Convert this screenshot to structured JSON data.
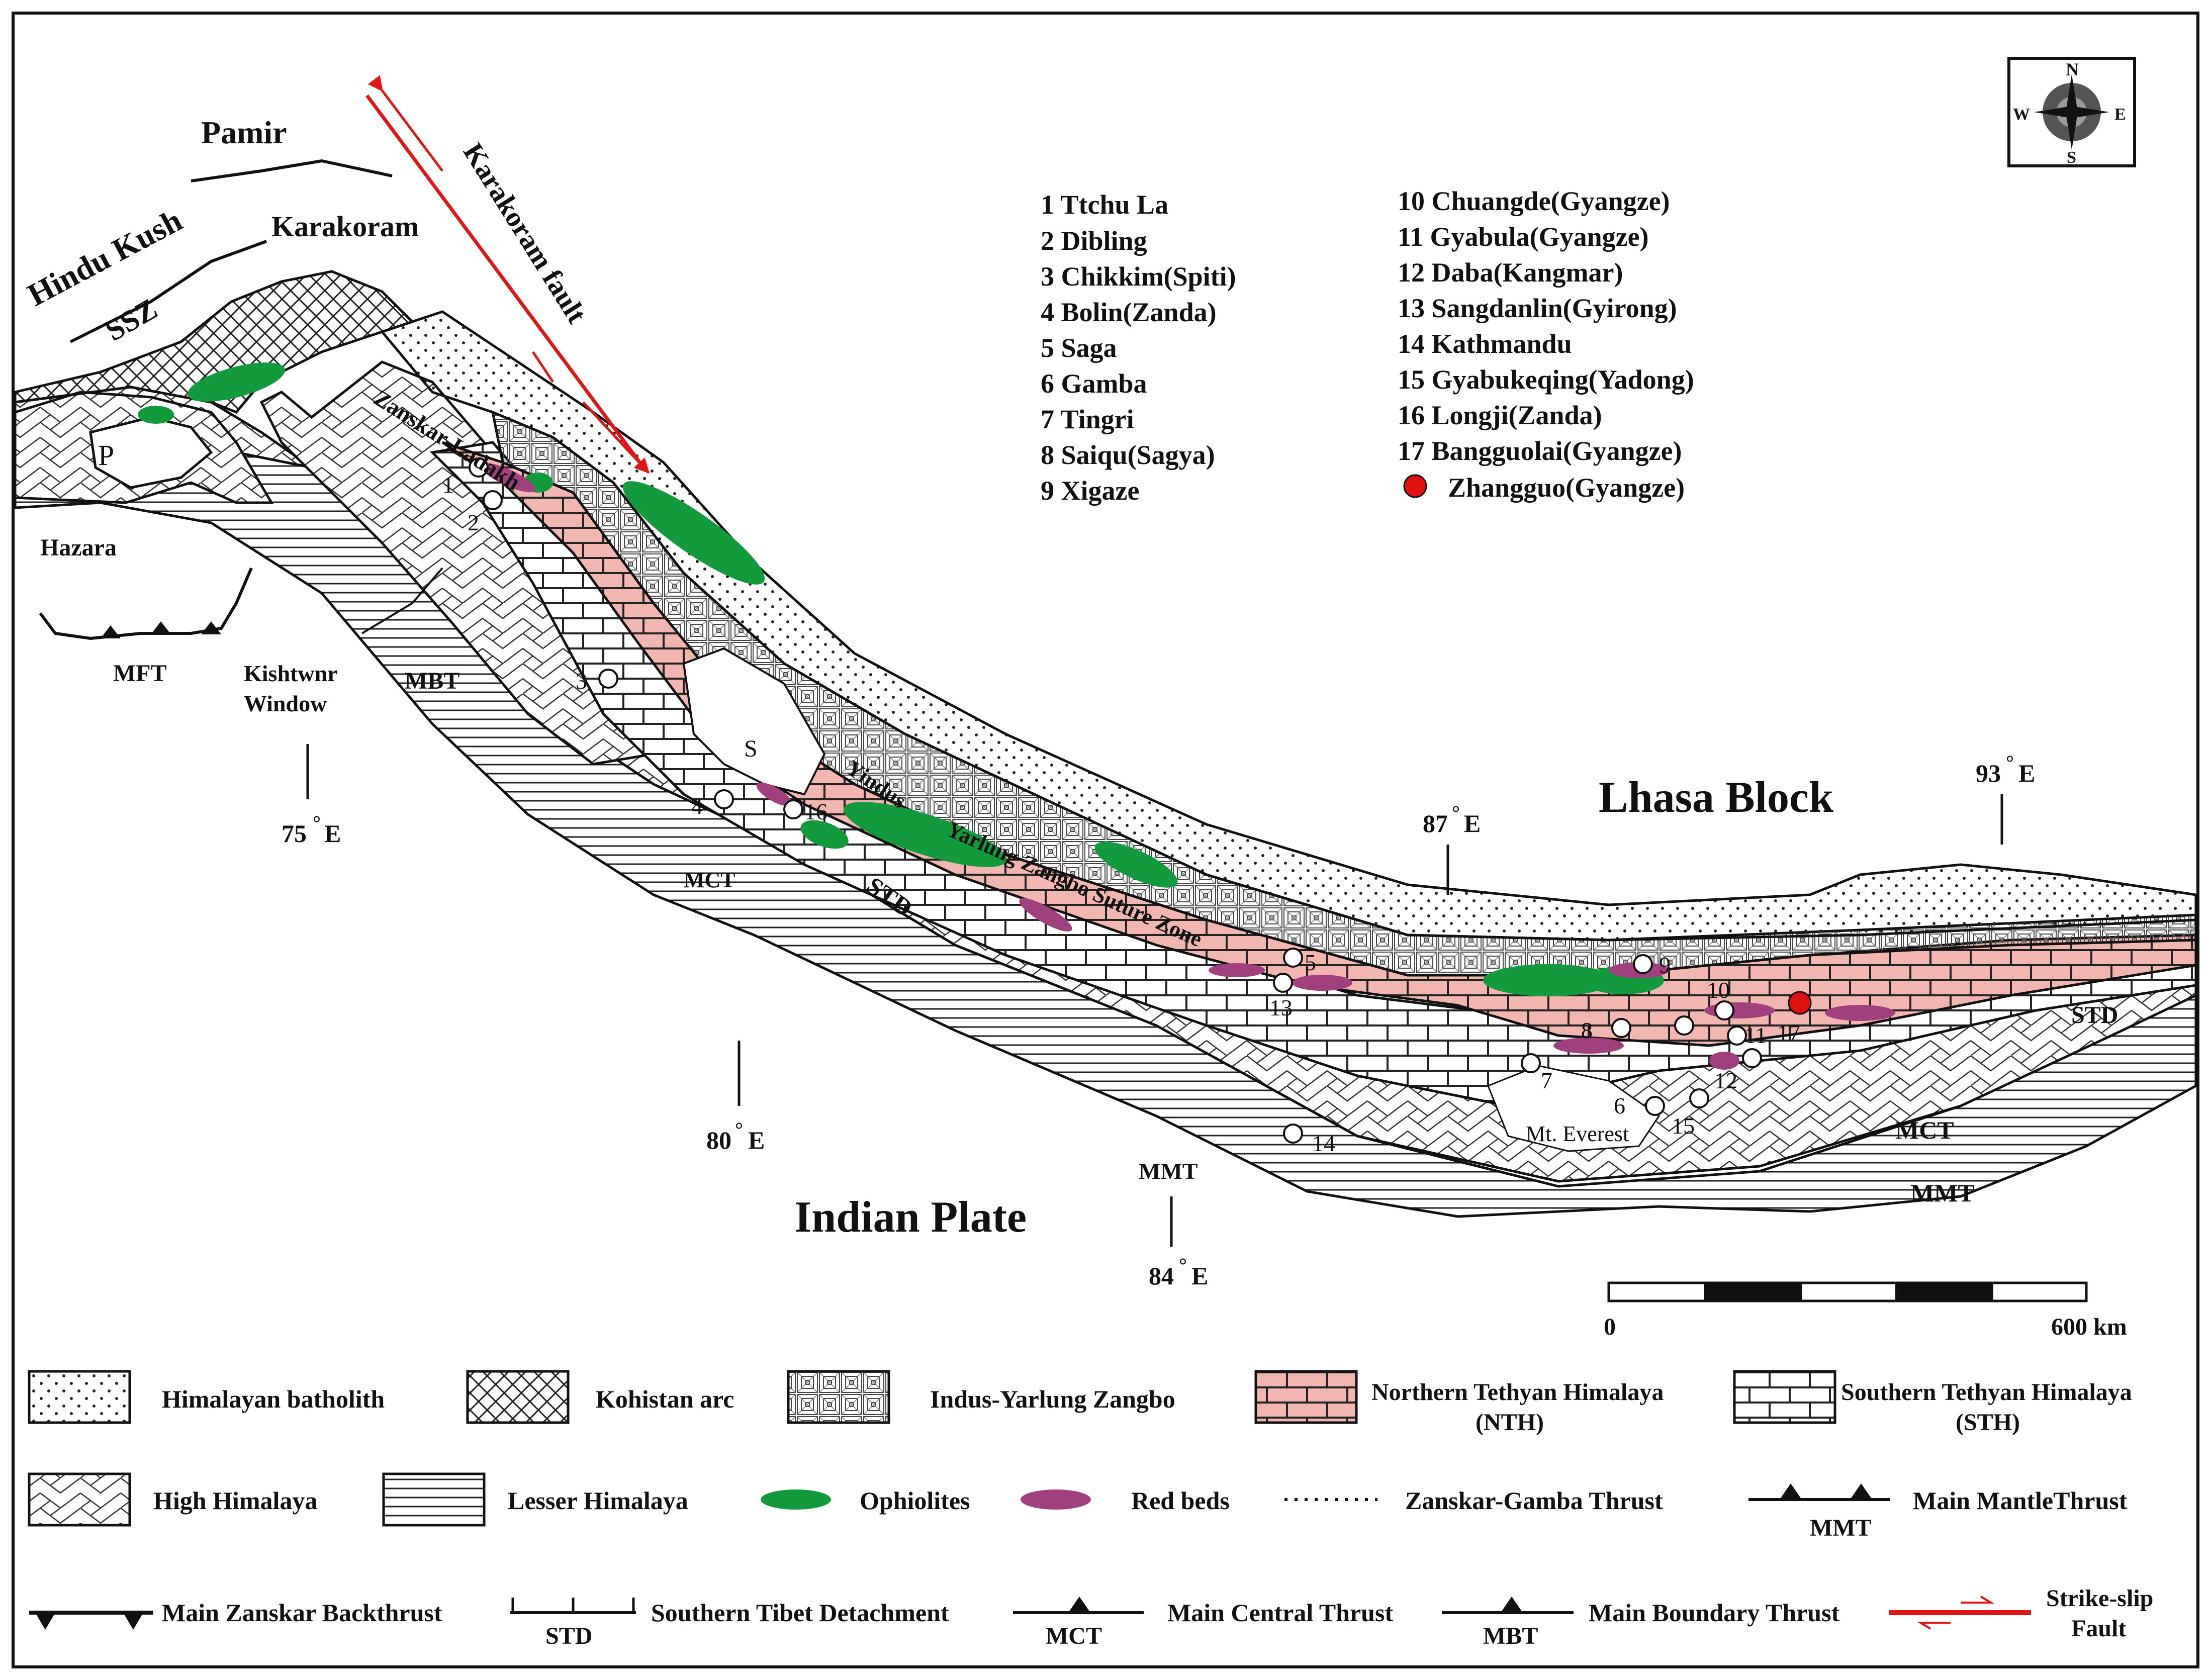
{
  "map": {
    "regions": {
      "pamir": "Pamir",
      "hindu_kush": "Hindu Kush",
      "karakoram": "Karakoram",
      "ssz": "SSZ",
      "p": "P",
      "hazara": "Hazara",
      "mft": "MFT",
      "kishtwnr": "Kishtwnr",
      "window": "Window",
      "mbt": "MBT",
      "zanskar_ladakh": "Zanskar-Ladakh",
      "karakoram_fault": "Karakoram fault",
      "s": "S",
      "yindus": "Yindus",
      "yarlung_zangbo_suture": "Yarlung Zangbo Suture Zone",
      "mct": "MCT",
      "std": "STD",
      "lhasa_block": "Lhasa Block",
      "indian_plate": "Indian Plate",
      "mt_everest": "Mt. Everest",
      "mmt": "MMT",
      "mct_east": "MCT",
      "mmt_east": "MMT",
      "std_east": "STD"
    },
    "meridians": {
      "e75": "75",
      "e80": "80",
      "e84": "84",
      "e87": "87",
      "e93": "93",
      "unit": "E",
      "deg": "°"
    },
    "compass": {
      "n": "N",
      "s": "S",
      "e": "E",
      "w": "W"
    },
    "scale": {
      "start": "0",
      "end": "600 km"
    },
    "localities": [
      "1 Ttchu La",
      "2 Dibling",
      "3 Chikkim(Spiti)",
      "4 Bolin(Zanda)",
      "5 Saga",
      "6 Gamba",
      "7 Tingri",
      "8 Saiqu(Sagya)",
      "9 Xigaze",
      "10 Chuangde(Gyangze)",
      "11 Gyabula(Gyangze)",
      "12 Daba(Kangmar)",
      "13 Sangdanlin(Gyirong)",
      "14 Kathmandu",
      "15 Gyabukeqing(Yadong)",
      "16 Longji(Zanda)",
      "17 Bangguolai(Gyangze)",
      "Zhangguo(Gyangze)"
    ],
    "site_numbers": [
      "1",
      "2",
      "3",
      "4",
      "5",
      "6",
      "7",
      "8",
      "9",
      "10",
      "11",
      "12",
      "13",
      "14",
      "15",
      "16",
      "17"
    ]
  },
  "legend": {
    "himalayan_batholith": "Himalayan batholith",
    "kohistan_arc": "Kohistan arc",
    "indus_yarlung": "Indus-Yarlung Zangbo",
    "nth_line1": "Northern Tethyan Himalaya",
    "nth_line2": "(NTH)",
    "sth_line1": "Southern Tethyan Himalaya",
    "sth_line2": "(STH)",
    "high_himalaya": "High Himalaya",
    "lesser_himalaya": "Lesser Himalaya",
    "ophiolites": "Ophiolites",
    "red_beds": "Red beds",
    "zgt": "Zanskar-Gamba Thrust",
    "mmt_label": "Main MantleThrust",
    "mmt_abbr": "MMT",
    "mzb": "Main Zanskar Backthrust",
    "std_label": "Southern Tibet Detachment",
    "std_abbr": "STD",
    "mct_label": "Main Central Thrust",
    "mct_abbr": "MCT",
    "mbt_label": "Main Boundary Thrust",
    "mbt_abbr": "MBT",
    "strike_slip_1": "Strike-slip",
    "strike_slip_2": "Fault"
  },
  "colors": {
    "nth_fill": "#f2b6b0",
    "ophiolite": "#139a3c",
    "red_bed": "#a0407e",
    "fault": "#e01515",
    "zhangguo": "#e01010"
  }
}
